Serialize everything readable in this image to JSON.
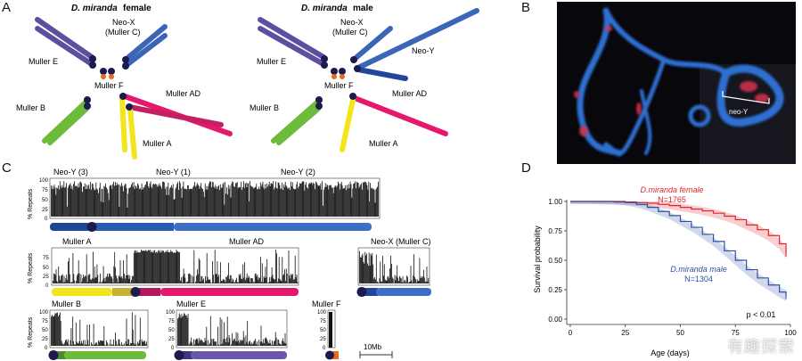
{
  "panels": {
    "a": "A",
    "b": "B",
    "c": "C",
    "d": "D"
  },
  "panelA": {
    "female_title_species": "D. miranda",
    "female_title_sex": "female",
    "male_title_species": "D. miranda",
    "male_title_sex": "male",
    "neox_line1": "Neo-X",
    "neox_line2": "(Muller C)",
    "neoy": "Neo-Y",
    "muller_e": "Muller E",
    "muller_f": "Muller F",
    "muller_b": "Muller B",
    "muller_ad": "Muller AD",
    "muller_a": "Muller A"
  },
  "panelB": {
    "neoy_label": "neo-Y"
  },
  "panelC": {
    "ylabel": "% Repeats",
    "row1_titles": [
      "Neo-Y (3)",
      "Neo-Y (1)",
      "Neo-Y (2)"
    ],
    "row2_titles": [
      "Muller A",
      "Muller AD",
      "Neo-X (Muller C)"
    ],
    "row3_titles": [
      "Muller B",
      "Muller E",
      "Muller F"
    ],
    "yticks": [
      "100",
      "75",
      "50",
      "25",
      "0"
    ],
    "scalebar": "10Mb"
  },
  "chart_data": {
    "type": "line",
    "xlabel": "Age (days)",
    "ylabel": "Survival probability",
    "xlim": [
      0,
      100
    ],
    "ylim": [
      0,
      1
    ],
    "xticks": [
      0,
      25,
      50,
      75,
      100
    ],
    "yticks": [
      0.0,
      0.25,
      0.5,
      0.75,
      1.0
    ],
    "annotation": "p < 0.01",
    "series": [
      {
        "name": "D.miranda female",
        "n_label": "N=1765",
        "color": "#e0242b",
        "x": [
          0,
          10,
          20,
          25,
          30,
          35,
          40,
          45,
          50,
          55,
          60,
          65,
          70,
          75,
          80,
          85,
          90,
          95,
          98
        ],
        "y": [
          1.0,
          1.0,
          1.0,
          0.995,
          0.99,
          0.985,
          0.975,
          0.965,
          0.95,
          0.935,
          0.92,
          0.9,
          0.875,
          0.845,
          0.8,
          0.76,
          0.71,
          0.64,
          0.56
        ]
      },
      {
        "name": "D.miranda male",
        "n_label": "N=1304",
        "color": "#2f4fa3",
        "x": [
          0,
          10,
          20,
          25,
          30,
          35,
          40,
          45,
          50,
          55,
          60,
          65,
          70,
          75,
          80,
          85,
          90,
          95,
          98
        ],
        "y": [
          1.0,
          1.0,
          0.995,
          0.99,
          0.975,
          0.95,
          0.915,
          0.88,
          0.83,
          0.78,
          0.72,
          0.66,
          0.58,
          0.5,
          0.42,
          0.35,
          0.29,
          0.23,
          0.2
        ]
      }
    ]
  }
}
